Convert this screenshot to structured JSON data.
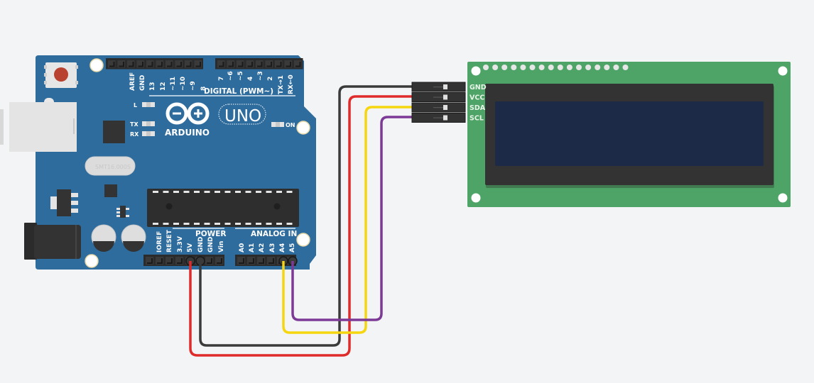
{
  "arduino": {
    "brand": "ARDUINO",
    "model": "UNO",
    "crystal_text": "SMT16.000S",
    "header_title_digital": "DIGITAL (PWM~)",
    "header_title_power": "POWER",
    "header_title_analog": "ANALOG IN",
    "digital_pins_left": [
      "AREF",
      "GND",
      "13",
      "12",
      "~11",
      "~10",
      "~9",
      "8"
    ],
    "digital_pins_right": [
      "7",
      "~6",
      "~5",
      "4",
      "~3",
      "2",
      "TX→1",
      "RX←0"
    ],
    "power_pins": [
      "IOREF",
      "RESET",
      "3.3V",
      "5V",
      "GND",
      "GND",
      "Vin"
    ],
    "analog_pins": [
      "A0",
      "A1",
      "A2",
      "A3",
      "A4",
      "A5"
    ],
    "leds": {
      "l": "L",
      "tx": "TX",
      "rx": "RX",
      "on": "ON"
    },
    "colors": {
      "board": "#2f6c9e",
      "header": "#333333",
      "reset_button": "#b9412f"
    }
  },
  "lcd": {
    "pins": [
      "GND",
      "VCC",
      "SDA",
      "SCL"
    ],
    "top_holes": 16,
    "colors": {
      "pcb": "#4ea466",
      "bezel": "#333333",
      "screen": "#1c2a47"
    }
  },
  "wires": [
    {
      "name": "5V-to-VCC",
      "from": "5V",
      "to": "VCC",
      "color": "#e02b2b"
    },
    {
      "name": "GND-to-GND",
      "from": "GND",
      "to": "GND",
      "color": "#3a3a3a"
    },
    {
      "name": "A4-to-SDA",
      "from": "A4",
      "to": "SDA",
      "color": "#f5d60f"
    },
    {
      "name": "A5-to-SCL",
      "from": "A5",
      "to": "SCL",
      "color": "#7c3a96"
    }
  ]
}
